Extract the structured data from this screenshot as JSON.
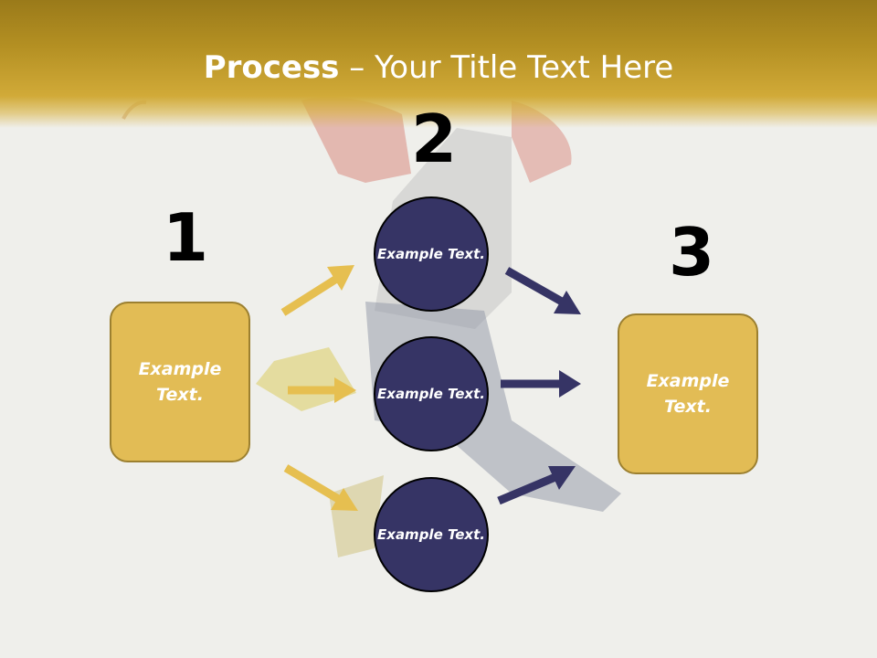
{
  "title": {
    "bold": "Process",
    "rest": " – Your Title Text Here"
  },
  "steps": [
    {
      "number": "1",
      "label": "Example Text."
    },
    {
      "number": "2",
      "items": [
        "Example Text.",
        "Example Text.",
        "Example Text."
      ]
    },
    {
      "number": "3",
      "label": "Example Text."
    }
  ],
  "colors": {
    "gold": "#e2bc55",
    "navy": "#363465",
    "header": "#b38f22"
  }
}
